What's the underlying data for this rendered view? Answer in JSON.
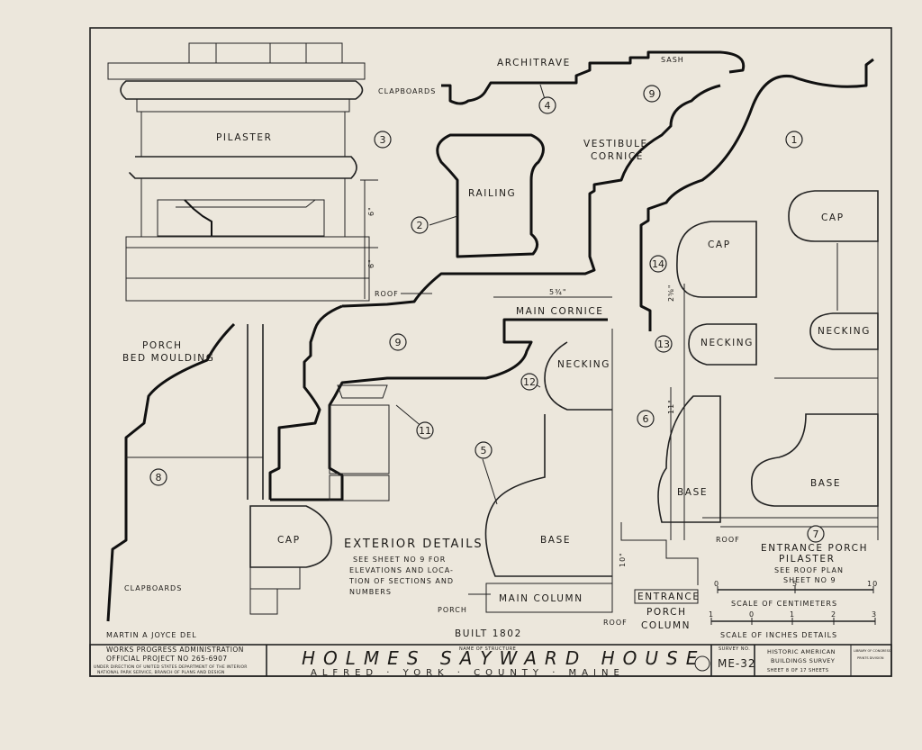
{
  "labels": {
    "architrave": "ARCHITRAVE",
    "sash": "SASH",
    "clapboards_top": "CLAPBOARDS",
    "pilaster": "PILASTER",
    "railing": "RAILING",
    "vestibule_cornice_1": "VESTIBULE",
    "vestibule_cornice_2": "CORNICE",
    "roof_left": "ROOF",
    "porch_bed_1": "PORCH",
    "porch_bed_2": "BED MOULDING",
    "main_cornice": "MAIN CORNICE",
    "dim_532": "5¾\"",
    "necking_center": "NECKING",
    "cap_right_a": "CAP",
    "cap_right_b": "CAP",
    "necking_right_a": "NECKING",
    "necking_right_b": "NECKING",
    "base_center": "BASE",
    "base_right_a": "BASE",
    "base_right_b": "BASE",
    "cap_bottom_left": "CAP",
    "clapboards_bottom": "CLAPBOARDS",
    "exterior_details": "EXTERIOR DETAILS",
    "exterior_note_1": "SEE SHEET NO 9 FOR",
    "exterior_note_2": "ELEVATIONS AND LOCA-",
    "exterior_note_3": "TION OF SECTIONS AND",
    "exterior_note_4": "NUMBERS",
    "main_column": "MAIN COLUMN",
    "porch_label": "PORCH",
    "entrance_1": "ENTRANCE",
    "entrance_2": "PORCH",
    "entrance_3": "COLUMN",
    "roof_bottom": "ROOF",
    "roof_right": "ROOF",
    "entrance_porch_pilaster_1": "ENTRANCE PORCH",
    "entrance_porch_pilaster_2": "PILASTER",
    "entrance_porch_pilaster_3": "SEE ROOF PLAN",
    "entrance_porch_pilaster_4": "SHEET NO 9",
    "scale_cm": "SCALE OF CENTIMETERS",
    "scale_in": "SCALE OF INCHES DETAILS",
    "scale_cm_0": "0",
    "scale_cm_5": "5",
    "scale_cm_10": "10",
    "scale_in_1a": "1",
    "scale_in_0": "0",
    "scale_in_1": "1",
    "scale_in_2": "2",
    "scale_in_3": "3",
    "built": "BUILT 1802",
    "drafter": "MARTIN A JOYCE DEL",
    "dim_6_a": "6\"",
    "dim_6_b": "6\"",
    "dim_2_a": "2⅝\"",
    "dim_11": "11\"",
    "dim_10": "10\""
  },
  "numbers": [
    "1",
    "2",
    "3",
    "4",
    "5",
    "6",
    "7",
    "8",
    "9",
    "9",
    "11",
    "12",
    "13",
    "14"
  ],
  "title_block": {
    "wpa_1": "WORKS PROGRESS ADMINISTRATION",
    "wpa_2": "OFFICIAL PROJECT NO 265-6907",
    "wpa_3": "UNDER DIRECTION OF UNITED STATES DEPARTMENT OF THE INTERIOR",
    "wpa_4": "NATIONAL PARK SERVICE, BRANCH OF PLANS AND DESIGN",
    "name_caption": "NAME OF STRUCTURE",
    "structure_name": "HOLMES SAYWARD HOUSE",
    "location": "ALFRED · YORK · COUNTY · MAINE",
    "survey_caption": "SURVEY NO.",
    "survey_no": "ME-32",
    "habs_1": "HISTORIC AMERICAN",
    "habs_2": "BUILDINGS SURVEY",
    "sheet": "SHEET 8 OF 17 SHEETS",
    "lib_1": "LIBRARY OF CONGRESS",
    "lib_2": "PRINTS DIVISION"
  },
  "colors": {
    "paper": "#ece7dc",
    "ink": "#111111"
  }
}
